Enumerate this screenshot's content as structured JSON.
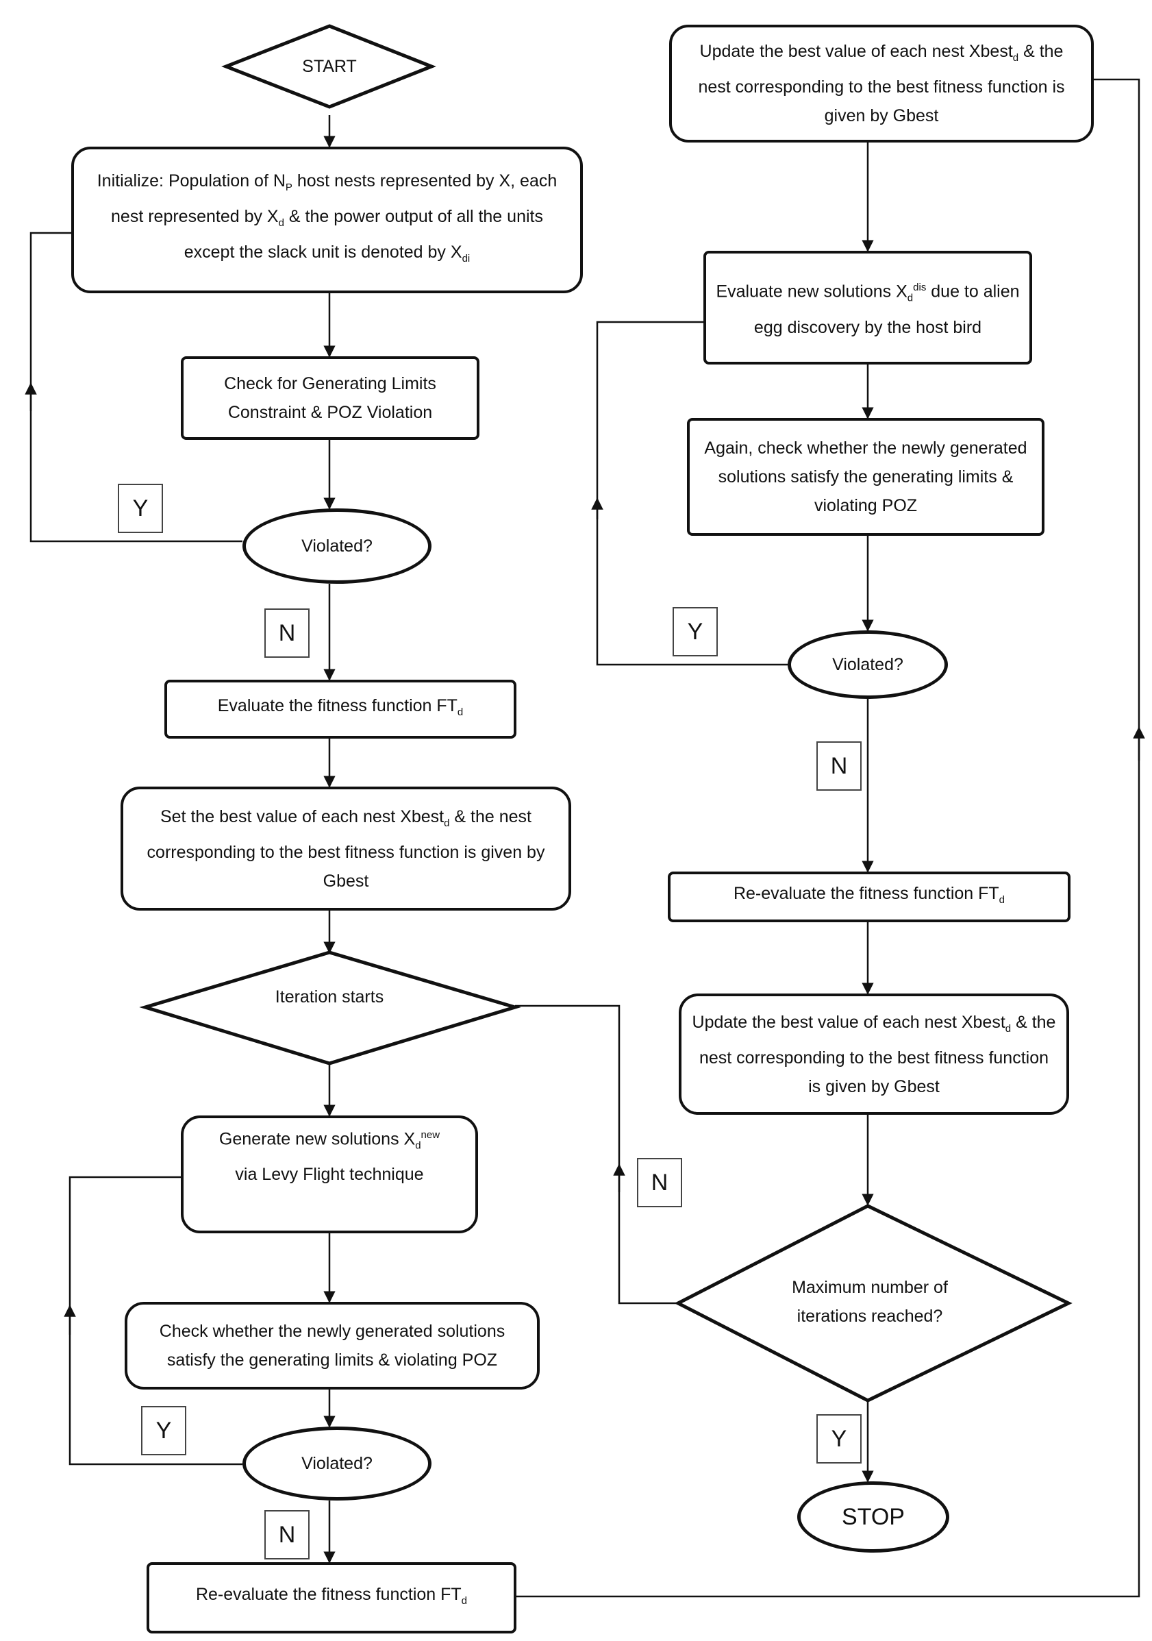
{
  "nodes": {
    "start": "START",
    "init": "Initialize: Population of Nₚ host nests represented by X, each nest represented by X_d & the power output of all the units except the slack unit is denoted by X_di",
    "check_limits": "Check for Generating Limits Constraint & POZ Violation",
    "violated_1": "Violated?",
    "eval_fitness": "Evaluate the fitness function FT_d",
    "set_best": "Set the best value of each nest Xbest_d & the nest corresponding to the best fitness function is given by Gbest",
    "iteration_starts": "Iteration starts",
    "generate_new": "Generate new solutions X_d^new via Levy Flight technique",
    "check_new": "Check whether the newly generated solutions satisfy the generating limits & violating POZ",
    "violated_2": "Violated?",
    "reeval_1": "Re-evaluate the fitness function FT_d",
    "update_best_1": "Update the best value of each nest Xbest_d & the nest corresponding to the best fitness function is given by Gbest",
    "evaluate_dis": "Evaluate new solutions X_d^dis due to alien egg discovery by the host bird",
    "check_again": "Again, check whether the newly generated solutions satisfy the generating limits & violating POZ",
    "violated_3": "Violated?",
    "reeval_2": "Re-evaluate the fitness function FT_d",
    "update_best_2": "Update the best value of each nest Xbest_d & the nest corresponding to the best fitness function is given by Gbest",
    "max_iter": "Maximum number of iterations reached?",
    "stop": "STOP"
  },
  "edge_labels": {
    "y1": "Y",
    "n1": "N",
    "y2": "Y",
    "n2": "N",
    "n_loop": "N",
    "y3": "Y",
    "n3": "N",
    "y4": "Y"
  }
}
